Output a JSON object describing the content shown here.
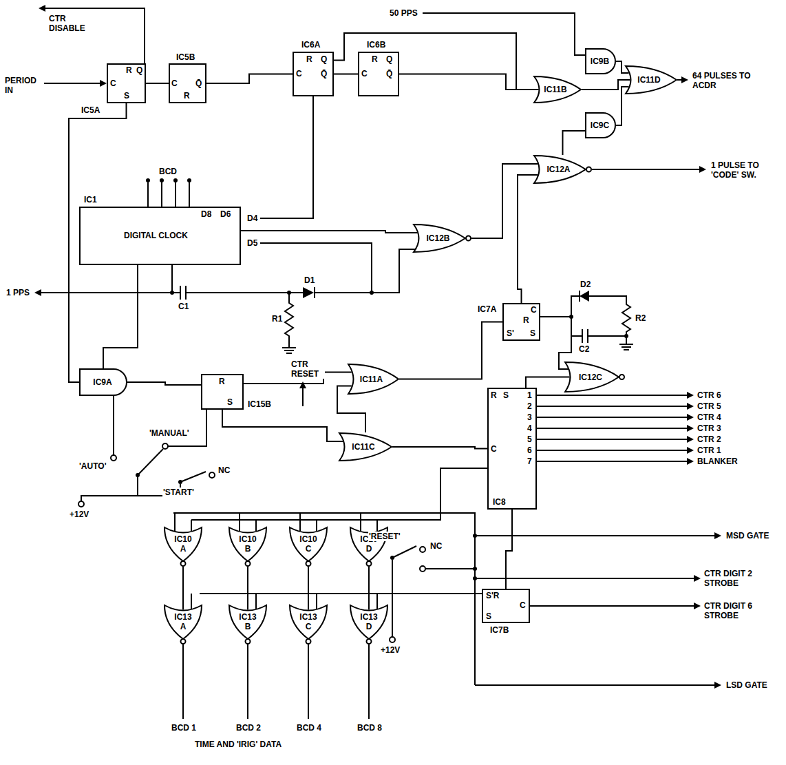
{
  "diagram": {
    "nodes": [
      {
        "text": [
          "IC5A",
          "R",
          "Q",
          "C",
          "S"
        ]
      },
      {
        "text": [
          "IC5B",
          "C",
          "Q̄",
          "R"
        ]
      },
      {
        "text": [
          "IC6A",
          "R",
          "Q",
          "C",
          "Q̄"
        ]
      },
      {
        "text": [
          "IC6B",
          "R",
          "Q",
          "C",
          "Q̄"
        ]
      },
      {
        "text": [
          "IC9B"
        ]
      },
      {
        "text": [
          "IC11B"
        ]
      },
      {
        "text": [
          "IC11D"
        ]
      },
      {
        "text": [
          "IC9C"
        ]
      },
      {
        "text": [
          "IC12A"
        ]
      },
      {
        "text": [
          "IC1",
          "DIGITAL CLOCK",
          "D8",
          "D6"
        ]
      },
      {
        "text": [
          "IC12B"
        ]
      },
      {
        "text": [
          "IC7A",
          "C",
          "R",
          "S'",
          "S"
        ]
      },
      {
        "text": [
          "IC9A"
        ]
      },
      {
        "text": [
          "IC15B",
          "R",
          "S"
        ]
      },
      {
        "text": [
          "IC11A"
        ]
      },
      {
        "text": [
          "IC12C"
        ]
      },
      {
        "text": [
          "IC11C"
        ]
      },
      {
        "text": [
          "IC8",
          "R",
          "S",
          "C",
          "1",
          "2",
          "3",
          "4",
          "5",
          "6",
          "7"
        ]
      },
      {
        "text": [
          "IC10 A"
        ]
      },
      {
        "text": [
          "IC10 B"
        ]
      },
      {
        "text": [
          "IC10 C"
        ]
      },
      {
        "text": [
          "IC10 D"
        ]
      },
      {
        "text": [
          "IC7B",
          "S'R",
          "C",
          "S"
        ]
      },
      {
        "text": [
          "IC13 A"
        ]
      },
      {
        "text": [
          "IC13 B"
        ]
      },
      {
        "text": [
          "IC13 C"
        ]
      },
      {
        "text": [
          "IC13 D"
        ]
      }
    ],
    "edges": [
      {
        "from": 0,
        "to": 1,
        "arrow": "none"
      },
      {
        "from": 1,
        "to": 2,
        "arrow": "none"
      },
      {
        "from": 2,
        "to": 3,
        "arrow": "none"
      },
      {
        "from": 2,
        "to": 5,
        "arrow": "none"
      },
      {
        "from": 3,
        "to": 5,
        "arrow": "none"
      },
      {
        "from": 5,
        "to": 6,
        "arrow": "none"
      },
      {
        "from": 4,
        "to": 6,
        "arrow": "none"
      },
      {
        "from": 7,
        "to": 6,
        "arrow": "none"
      },
      {
        "from": 8,
        "to": 7,
        "arrow": "none"
      },
      {
        "from": 9,
        "to": 10,
        "arrow": "none"
      },
      {
        "from": 10,
        "to": 8,
        "arrow": "none"
      },
      {
        "from": 11,
        "to": 8,
        "arrow": "none"
      },
      {
        "from": 12,
        "to": 0,
        "arrow": "none"
      },
      {
        "from": 12,
        "to": 13,
        "arrow": "none"
      },
      {
        "from": 13,
        "to": 14,
        "arrow": "none"
      },
      {
        "from": 16,
        "to": 14,
        "arrow": "none"
      },
      {
        "from": 13,
        "to": 16,
        "arrow": "none"
      },
      {
        "from": 15,
        "to": 17,
        "arrow": "none"
      },
      {
        "from": 16,
        "to": 17,
        "arrow": "none"
      },
      {
        "from": 14,
        "to": 11,
        "arrow": "none"
      },
      {
        "from": 17,
        "to": 22,
        "arrow": "none"
      },
      {
        "from": 18,
        "to": 23,
        "arrow": "none"
      },
      {
        "from": 19,
        "to": 24,
        "arrow": "none"
      },
      {
        "from": 20,
        "to": 25,
        "arrow": "none"
      },
      {
        "from": 21,
        "to": 26,
        "arrow": "none"
      }
    ],
    "labels": [
      "CTR DISABLE",
      "PERIOD IN",
      "50 PPS",
      "64 PULSES TO ACDR",
      "1 PULSE TO 'CODE' SW.",
      "BCD",
      "D4",
      "D5",
      "1 PPS",
      "C1",
      "D1",
      "R1",
      "CTR RESET",
      "D2",
      "R2",
      "C2",
      "'MANUAL'",
      "'AUTO'",
      "'START'",
      "NC",
      "+12V",
      "CTR 6",
      "CTR 5",
      "CTR 4",
      "CTR 3",
      "CTR 2",
      "CTR 1",
      "BLANKER",
      "MSD GATE",
      "'RESET'",
      "NC",
      "+12V",
      "CTR DIGIT 2 STROBE",
      "CTR DIGIT 6 STROBE",
      "LSD GATE",
      "BCD 1",
      "BCD 2",
      "BCD 4",
      "BCD 8",
      "TIME AND 'IRIG' DATA"
    ]
  }
}
